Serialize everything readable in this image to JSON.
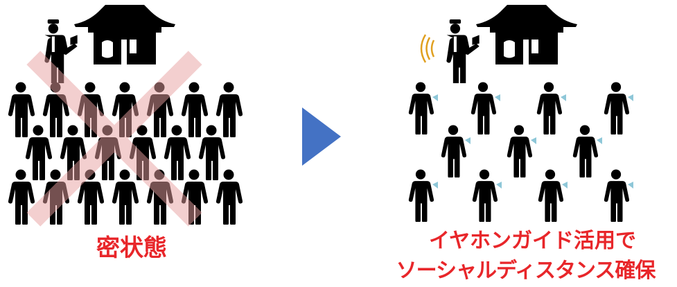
{
  "left": {
    "caption": "密状態",
    "cross_color": "#e8a0a0"
  },
  "right": {
    "caption_line1": "イヤホンガイド活用で",
    "caption_line2": "ソーシャルディスタンス確保",
    "earphone_color": "#8ec7d8",
    "signal_color": "#e0a020"
  },
  "arrow": {
    "color": "#4472c4"
  },
  "caption_color": "#e8262a",
  "figure_color": "#000000"
}
